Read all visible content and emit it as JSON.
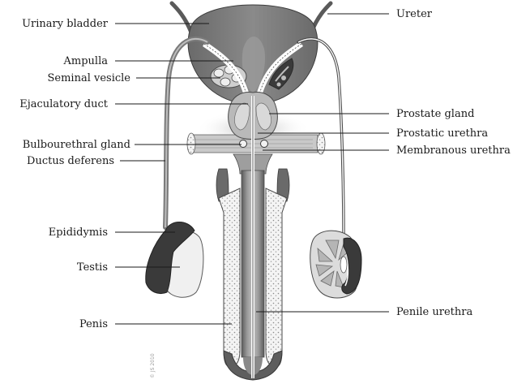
{
  "labels": {
    "urinary_bladder": "Urinary bladder",
    "ureter": "Ureter",
    "ampulla": "Ampulla",
    "seminal_vesicle": "Seminal vesicle",
    "ejaculatory_duct": "Ejaculatory duct",
    "prostate_gland": "Prostate gland",
    "prostatic_urethra": "Prostatic urethra",
    "bulbourethral_gland": "Bulbourethral gland",
    "membranous_urethra": "Membranous urethra",
    "ductus_deferens": "Ductus deferens",
    "epididymis": "Epididymis",
    "testis": "Testis",
    "penis": "Penis",
    "penile_urethra": "Penile urethra"
  },
  "credit": "© JS 2010",
  "colors": {
    "dark": "#3c3c3c",
    "mid": "#6e6e6e",
    "light": "#a8a8a8",
    "pale": "#d4d4d4",
    "line": "#1a1a1a"
  }
}
